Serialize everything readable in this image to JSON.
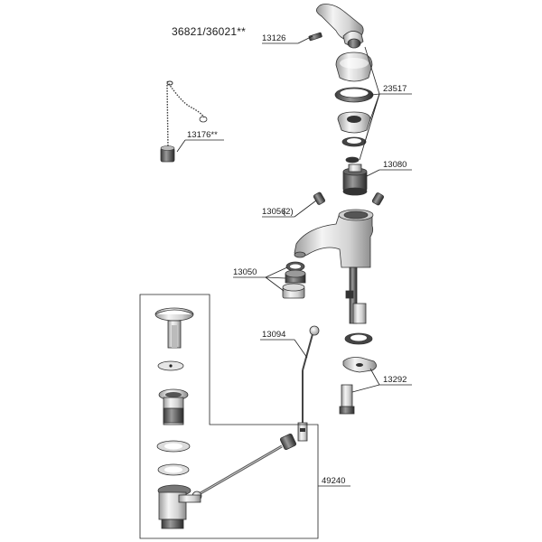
{
  "title": "36821/36021**",
  "labels": {
    "p13126": "13126",
    "p23517": "23517",
    "p13176": "13176**",
    "p13080": "13080",
    "p13056": "13056",
    "p13056_qty": "(2)",
    "p13050": "13050",
    "p13094": "13094",
    "p13292": "13292",
    "p49240": "49240"
  }
}
